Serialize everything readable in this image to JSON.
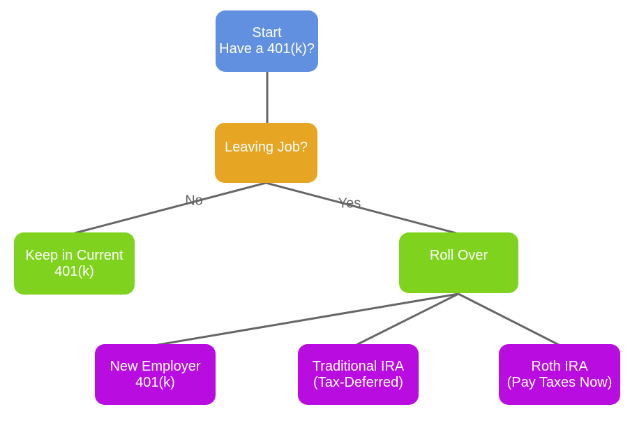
{
  "diagram": {
    "type": "flowchart",
    "nodes": {
      "start": {
        "line1": "Start",
        "line2": "Have a 401(k)?"
      },
      "leaving_job": {
        "line1": "Leaving Job?"
      },
      "keep_current": {
        "line1": "Keep in Current",
        "line2": "401(k)"
      },
      "roll_over": {
        "line1": "Roll Over"
      },
      "new_employer": {
        "line1": "New Employer",
        "line2": "401(k)"
      },
      "traditional_ira": {
        "line1": "Traditional IRA",
        "line2": "(Tax-Deferred)"
      },
      "roth_ira": {
        "line1": "Roth IRA",
        "line2": "(Pay Taxes Now)"
      }
    },
    "edge_labels": {
      "no": "No",
      "yes": "Yes"
    },
    "edges": [
      {
        "from": "start",
        "to": "leaving_job",
        "label": ""
      },
      {
        "from": "leaving_job",
        "to": "keep_current",
        "label": "No"
      },
      {
        "from": "leaving_job",
        "to": "roll_over",
        "label": "Yes"
      },
      {
        "from": "roll_over",
        "to": "new_employer",
        "label": ""
      },
      {
        "from": "roll_over",
        "to": "traditional_ira",
        "label": ""
      },
      {
        "from": "roll_over",
        "to": "roth_ira",
        "label": ""
      }
    ],
    "colors": {
      "start_node": "#6190E0",
      "decision_node": "#E7A524",
      "action_node": "#7FD31E",
      "outcome_node": "#B90CE1",
      "edge_line": "#666666",
      "edge_label_text": "#666666",
      "node_text": "#ffffff",
      "background": "#ffffff"
    }
  }
}
